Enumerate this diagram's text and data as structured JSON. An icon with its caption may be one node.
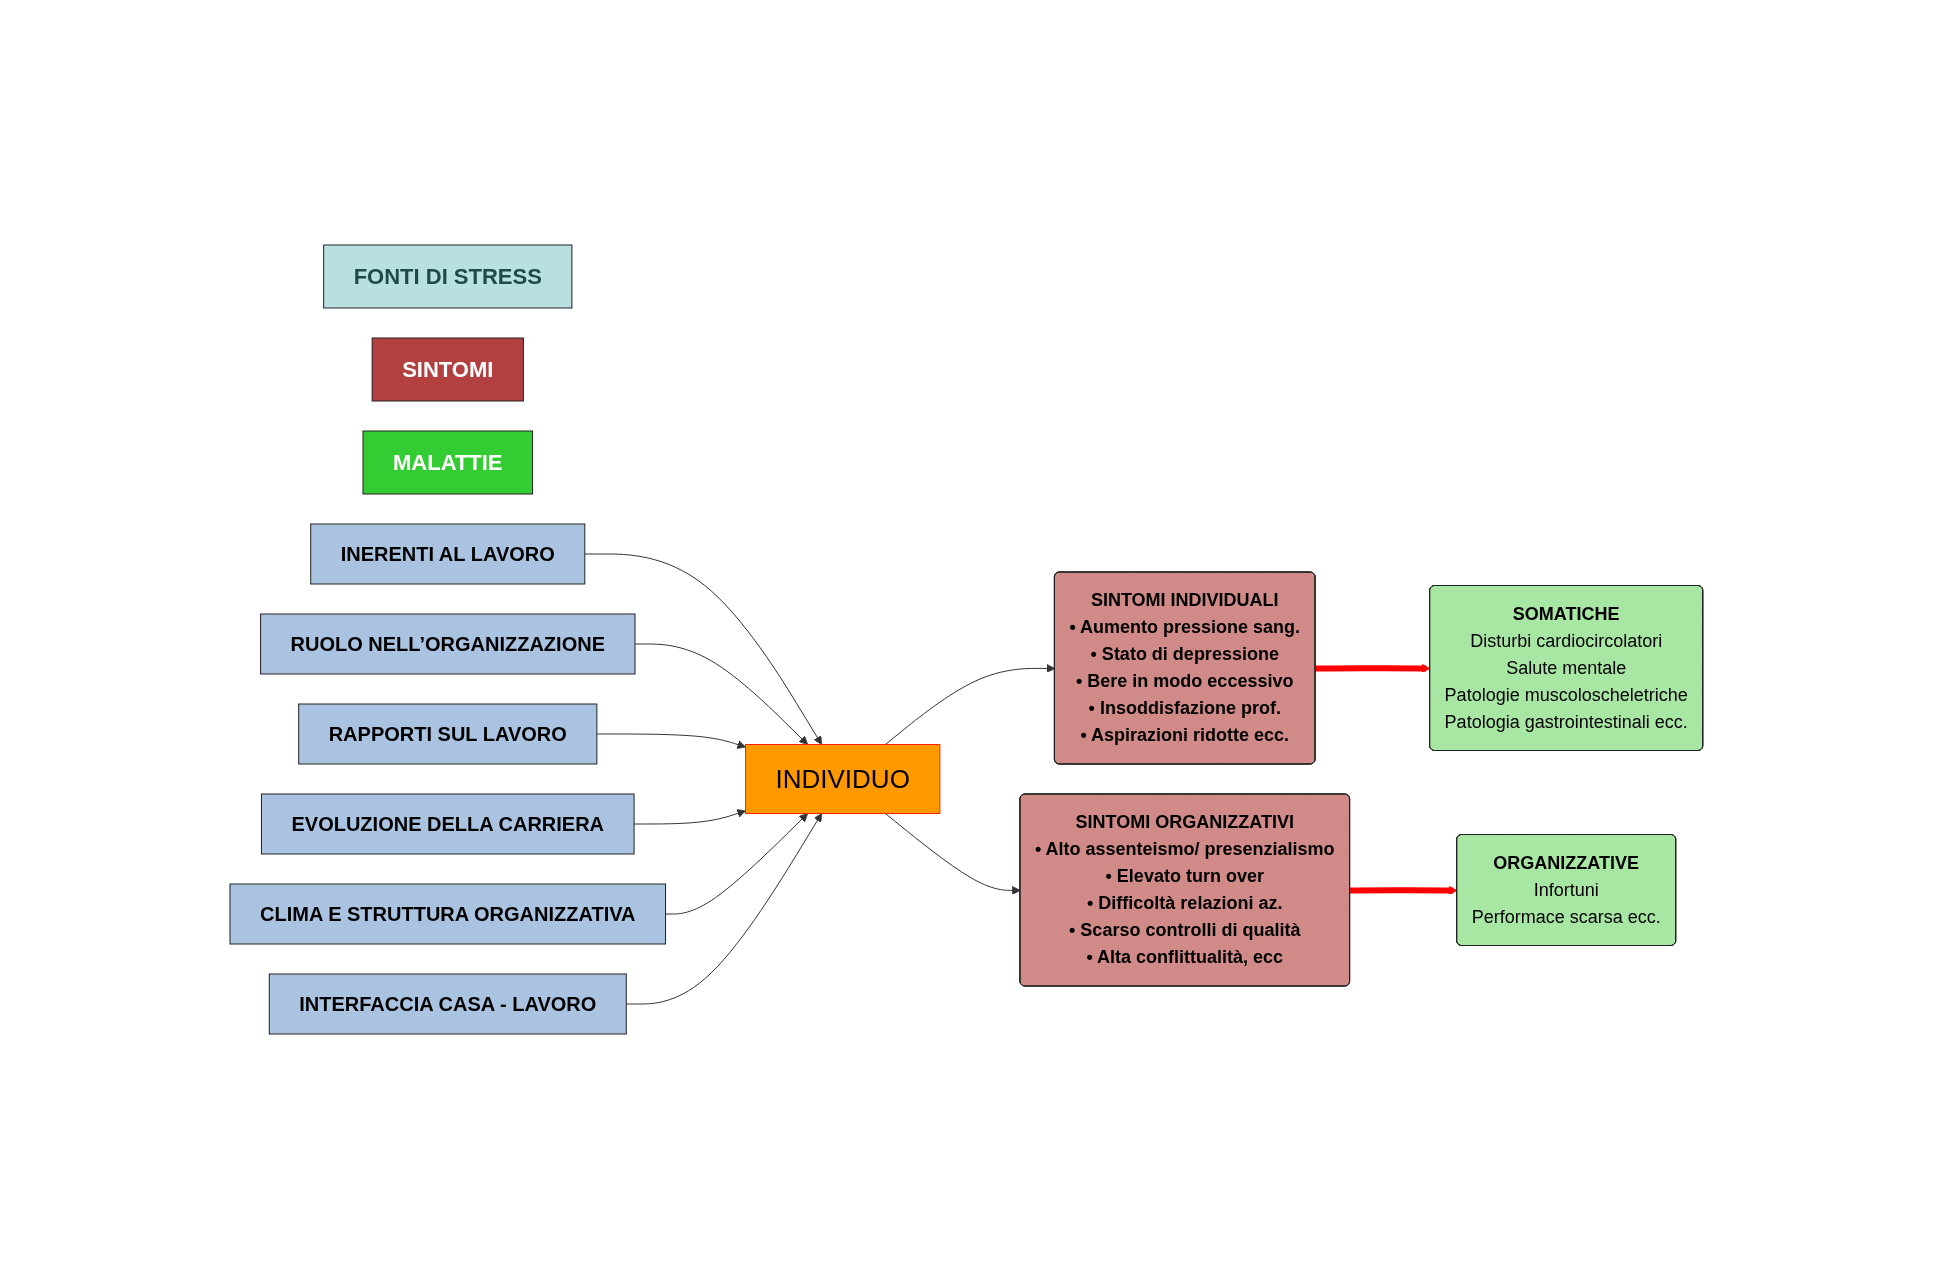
{
  "diagram": {
    "nodes": [
      {
        "text": [
          "FONTI DI STRESS"
        ]
      },
      {
        "text": [
          "SINTOMI"
        ]
      },
      {
        "text": [
          "MALATTIE"
        ]
      },
      {
        "text": [
          "INERENTI AL LAVORO"
        ]
      },
      {
        "text": [
          "RUOLO NELL’ORGANIZZAZIONE"
        ]
      },
      {
        "text": [
          "RAPPORTI SUL LAVORO"
        ]
      },
      {
        "text": [
          "EVOLUZIONE DELLA CARRIERA"
        ]
      },
      {
        "text": [
          "CLIMA E STRUTTURA ORGANIZZATIVA"
        ]
      },
      {
        "text": [
          "INTERFACCIA CASA - LAVORO"
        ]
      },
      {
        "text": [
          "INDIVIDUO"
        ]
      },
      {
        "text": [
          "SINTOMI INDIVIDUALI",
          "• Aumento pressione sang.",
          "• Stato di depressione",
          "• Bere in modo eccessivo",
          "• Insoddisfazione prof.",
          "• Aspirazioni ridotte ecc."
        ]
      },
      {
        "text": [
          "SOMATICHE",
          "Disturbi cardiocircolatori",
          "Salute mentale",
          "Patologie muscoloscheletriche",
          "Patologia gastrointestinali ecc."
        ]
      },
      {
        "text": [
          "SINTOMI ORGANIZZATIVI",
          "• Alto assenteismo/ presenzialismo",
          "• Elevato turn over",
          "• Difficoltà relazioni az.",
          "• Scarso controlli di qualità",
          "• Alta conflittualità, ecc"
        ]
      },
      {
        "text": [
          "ORGANIZZATIVE",
          "Infortuni",
          "Performace scarsa ecc."
        ]
      }
    ],
    "edges": [
      {
        "from": 3,
        "to": 9,
        "arrow": "to"
      },
      {
        "from": 4,
        "to": 9,
        "arrow": "to"
      },
      {
        "from": 5,
        "to": 9,
        "arrow": "to"
      },
      {
        "from": 6,
        "to": 9,
        "arrow": "to"
      },
      {
        "from": 7,
        "to": 9,
        "arrow": "to"
      },
      {
        "from": 8,
        "to": 9,
        "arrow": "to"
      },
      {
        "from": 9,
        "to": 10,
        "arrow": "to"
      },
      {
        "from": 9,
        "to": 12,
        "arrow": "to"
      },
      {
        "from": 10,
        "to": 11,
        "arrow": "to",
        "style": "thick",
        "color": "#ff0000"
      },
      {
        "from": 12,
        "to": 13,
        "arrow": "to",
        "style": "thick",
        "color": "#ff0000"
      }
    ]
  }
}
